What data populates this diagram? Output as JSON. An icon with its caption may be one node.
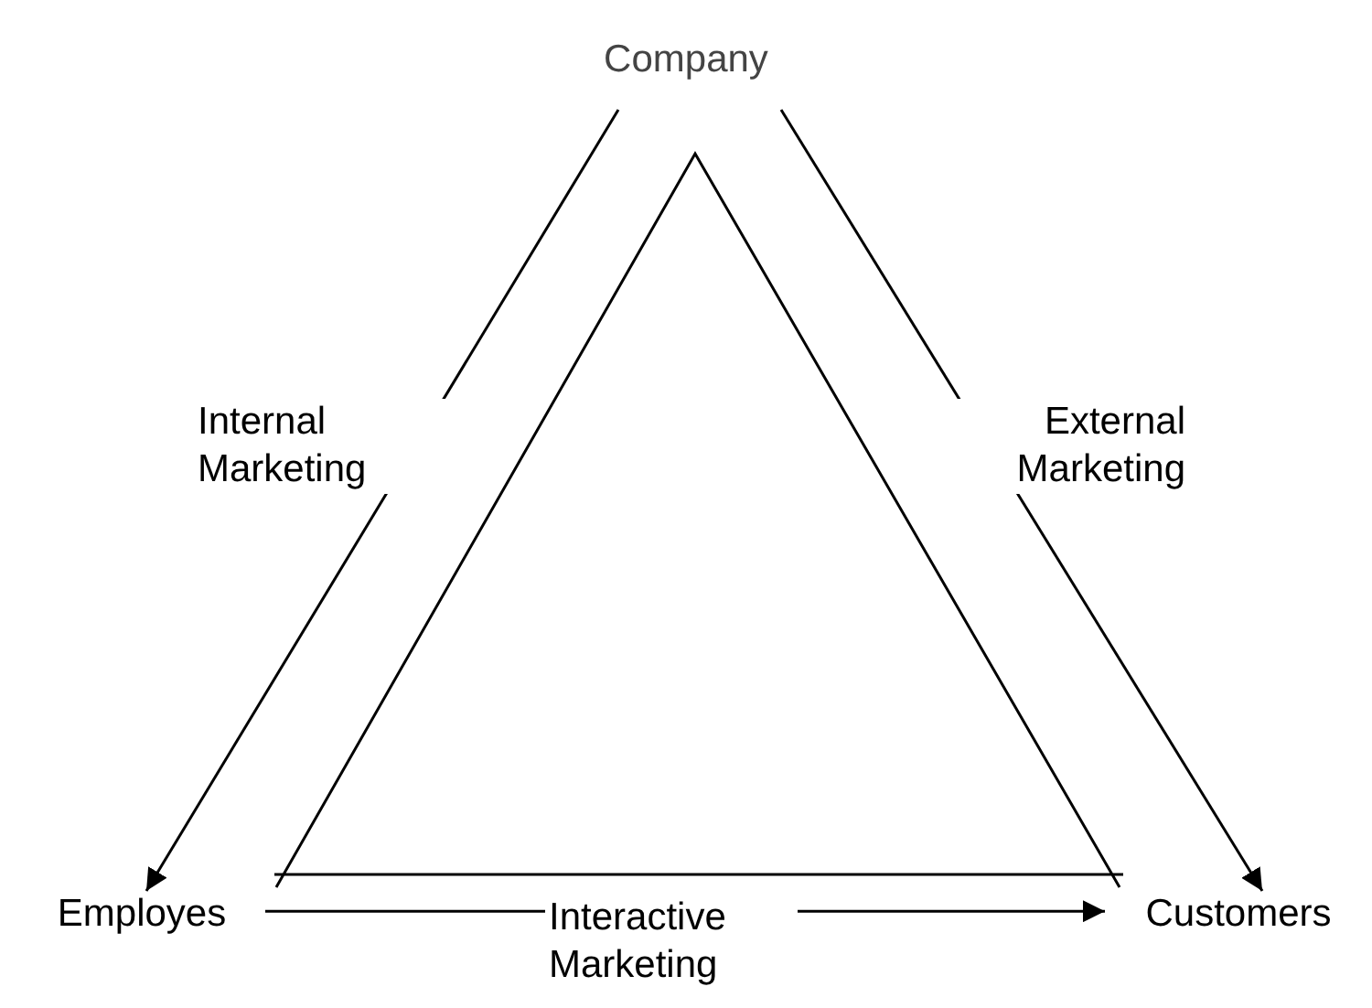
{
  "diagram": {
    "nodes": [
      {
        "text": [
          "Company"
        ]
      },
      {
        "text": [
          "Employes"
        ]
      },
      {
        "text": [
          "Customers"
        ]
      }
    ],
    "edges": [
      {
        "from": 0,
        "to": 1,
        "arrow": "to",
        "label": "Internal Marketing"
      },
      {
        "from": 0,
        "to": 2,
        "arrow": "to",
        "label": "External Marketing"
      },
      {
        "from": 1,
        "to": 2,
        "arrow": "to",
        "label": "Interactive Marketing"
      }
    ]
  }
}
